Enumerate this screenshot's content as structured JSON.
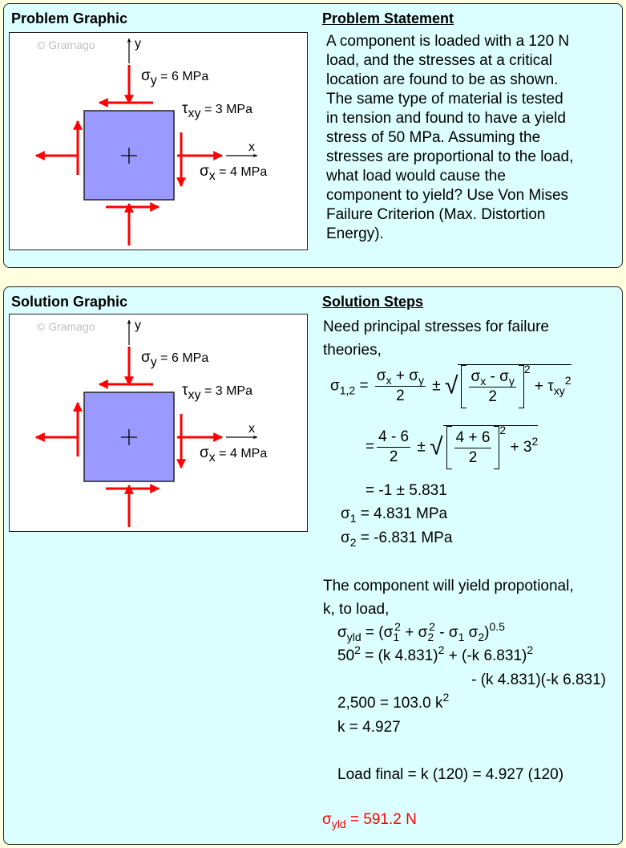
{
  "problem": {
    "graphic_title": "Problem Graphic",
    "statement_title": "Problem Statement",
    "statement_lines": [
      "A component is loaded with a 120 N",
      "load, and the stresses at a critical",
      "location are found to be as shown.",
      "The same type of material is tested",
      "in tension and found to have a yield",
      "stress of 50 MPa. Assuming the",
      "stresses are proportional to the load,",
      "what load would cause the",
      "component to yield? Use Von Mises",
      "Failure Criterion (Max. Distortion",
      "Energy)."
    ]
  },
  "graphic": {
    "watermark": "© Gramago",
    "axis_y": "y",
    "axis_x": "x",
    "sigma": "σ",
    "tau": "τ",
    "sub_y": "y",
    "sub_x": "x",
    "sub_xy": "xy",
    "sy_value": " = 6 MPa",
    "txy_value": " = 3 MPa",
    "sx_value": " = 4 MPa",
    "colors": {
      "element": "#9999ff",
      "arrow": "#ff0000"
    }
  },
  "solution": {
    "graphic_title": "Solution Graphic",
    "steps_title": "Solution Steps",
    "intro1": "Need principal stresses for failure",
    "intro2": "theories,",
    "s": "σ",
    "t": "τ",
    "sub12": "1,2",
    "subx": "x",
    "suby": "y",
    "subxy": "xy",
    "eq": " = ",
    "plus": " + ",
    "minus": " - ",
    "pm": " ± ",
    "two": "2",
    "sq2": "2",
    "n_4m6": "4 - 6",
    "n_4p6": "4 + 6",
    "three": "3",
    "line3": "= -1 ± 5.831",
    "sub1": "1",
    "sub2": "2",
    "s1_val": " = 4.831 MPa",
    "s2_val": " = -6.831 MPa",
    "text1": "The component will yield propotional,",
    "text2": "k, to load,",
    "subyld": "yld",
    "vm_a": " = (",
    "vm_b": " + ",
    "vm_c": " - ",
    "vm_d": ")",
    "vm_exp": "0.5",
    "l50_a": "50",
    "l50_b": " = (k 4.831)",
    "l50_c": " + (-k 6.831)",
    "l50_cont": "- (k 4.831)(-k 6.831)",
    "l2500": "2,500 = 103.0 k",
    "lk": "k = 4.927",
    "lload": "Load final = k (120) = 4.927 (120)",
    "final_val": " = 591.2 N"
  }
}
